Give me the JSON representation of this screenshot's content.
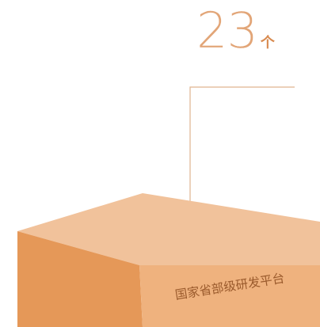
{
  "stat": {
    "value": "23",
    "unit": "个"
  },
  "block": {
    "label": "国家省部级研发平台"
  },
  "colors": {
    "number": "#e2a577",
    "unit": "#d88a4f",
    "leader_line": "#e0b48f",
    "block_top": "#f1c29b",
    "block_front": "#e59858",
    "block_side": "#efb27e",
    "label": "#9a5a2c"
  }
}
